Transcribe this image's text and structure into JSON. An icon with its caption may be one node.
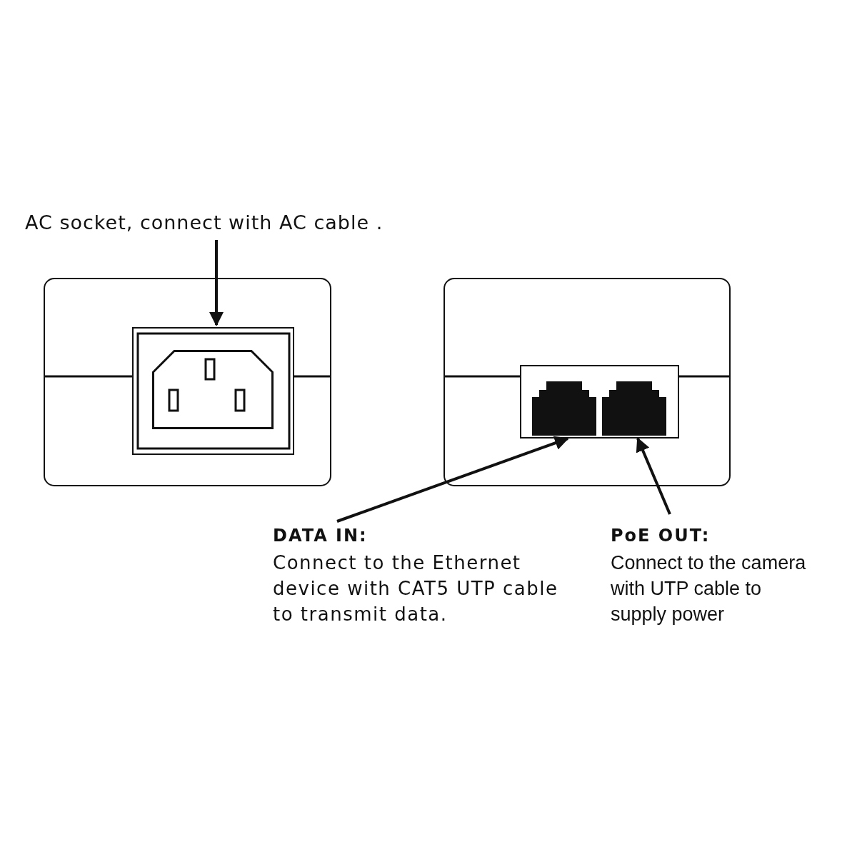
{
  "diagram": {
    "nodes": [
      {
        "text": [
          "AC socket, connect with AC cable ."
        ]
      },
      {
        "text": [],
        "shape": "box"
      },
      {
        "text": [],
        "shape": "box"
      },
      {
        "text": [],
        "shape": "box"
      },
      {
        "text": [
          "DATA IN:",
          "Connect to the Ethernet device with CAT5 UTP cable to transmit data."
        ]
      },
      {
        "text": [
          "PoE OUT:",
          "Connect to the camera with UTP cable to supply power"
        ]
      }
    ],
    "edges": [
      {
        "from": 0,
        "to": 1,
        "arrow": "to"
      },
      {
        "from": 4,
        "to": 2,
        "arrow": "to"
      },
      {
        "from": 5,
        "to": 3,
        "arrow": "to"
      }
    ]
  }
}
